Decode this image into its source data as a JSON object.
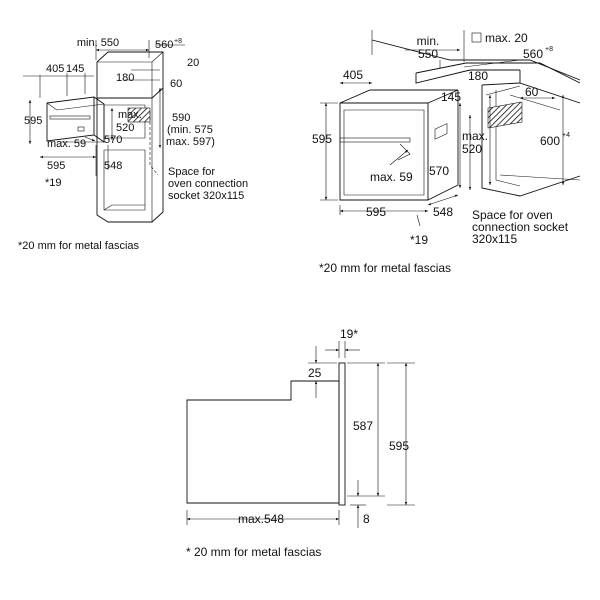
{
  "diagram_a": {
    "min_label": "min. 550",
    "width_label": "560",
    "width_tol": "+8",
    "d20": "20",
    "d405": "405",
    "d145": "145",
    "d180": "180",
    "d60": "60",
    "d595_side": "595",
    "d570": "570",
    "max520a": "max.",
    "max520b": "520",
    "d590": "590",
    "min575": "(min. 575",
    "max597": "max. 597)",
    "max59": "max. 59",
    "d595_bottom": "595",
    "d548": "548",
    "d19": "*19",
    "socket_1": "Space for",
    "socket_2": "oven connection",
    "socket_3": "socket 320x115",
    "footnote": "*20 mm for metal fascias"
  },
  "diagram_b": {
    "min_a": "min.",
    "min_b": "550",
    "max20": "max. 20",
    "width_label": "560",
    "width_tol": "+8",
    "d405": "405",
    "d180": "180",
    "d60": "60",
    "d145": "145",
    "d595": "595",
    "max520a": "max.",
    "max520b": "520",
    "d600": "600",
    "d600_tol": "+4",
    "d570": "570",
    "max59": "max. 59",
    "d595_bottom": "595",
    "d548": "548",
    "d19": "*19",
    "socket_1": "Space for oven",
    "socket_2": "connection socket",
    "socket_3": "320x115",
    "footnote": "*20 mm for metal fascias"
  },
  "diagram_c": {
    "d19": "19*",
    "d25": "25",
    "d587": "587",
    "d595": "595",
    "max548": "max.548",
    "d8": "8",
    "footnote": "* 20 mm for metal fascias"
  }
}
